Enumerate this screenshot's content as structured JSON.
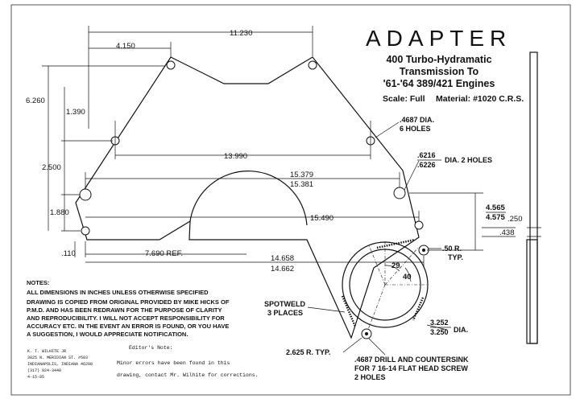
{
  "title": {
    "main": "ADAPTER",
    "line1": "400 Turbo-Hydramatic",
    "line2": "Transmission To",
    "line3": "'61-'64 389/421 Engines",
    "scale": "Scale: Full",
    "material": "Material: #1020 C.R.S."
  },
  "dimensions": {
    "d_11_230": "11.230",
    "d_4_150": "4.150",
    "d_6_260": "6.260",
    "d_1_390": "1.390",
    "d_13_990": "13.990",
    "d_2_500": "2.500",
    "d_15_379": "15.379",
    "d_15_381": "15.381",
    "d_1_880": "1.880",
    "d_15_490": "15.490",
    "d_110": ".110",
    "d_7_690": "7.690 REF.",
    "d_14_658": "14.658",
    "d_14_662": "14.662",
    "d_4_565": "4.565",
    "d_4_575": "4.575",
    "d_250": ".250",
    "d_438": ".438",
    "d_6216": ".6216",
    "d_6226": ".6226",
    "dia_2_holes": "DIA. 2 HOLES",
    "hole_4687_a": ".4687 DIA.",
    "hole_4687_b": "6 HOLES",
    "r_50": ".50 R.",
    "r_typ": "TYP.",
    "ang_29": "29",
    "ang_40": "40",
    "d_3_252": "3.252",
    "d_3_250": "3.250",
    "dia": "DIA.",
    "r_2_625": "2.625 R. TYP.",
    "drill_1": ".4687 DRILL AND COUNTERSINK",
    "drill_2": "FOR 7 16-14 FLAT HEAD SCREW",
    "drill_3": "2 HOLES",
    "spotweld_1": "SPOTWELD",
    "spotweld_2": "3 PLACES"
  },
  "notes": {
    "heading": "NOTES:",
    "line1": "ALL DIMENSIONS IN INCHES UNLESS OTHERWISE SPECIFIED",
    "line2": "DRAWING IS COPIED FROM ORIGINAL PROVIDED BY MIKE HICKS OF",
    "line3": "P.M.D. AND HAS BEEN REDRAWN  FOR THE PURPOSE OF CLARITY",
    "line4": "AND REPRODUCIBILITY. I WILL NOT ACCEPT RESPONSIBILITY FOR",
    "line5": "ACCURACY ETC. IN THE EVENT AN ERROR IS FOUND, OR YOU HAVE",
    "line6": "A SUGGESTION, I WOULD APPRECIATE NOTIFICATION."
  },
  "address": {
    "line1": "K. T. WILHITE JR",
    "line2": "3025 N. MERIDIAN ST. #503",
    "line3": "INDIANAPOLIS, INDIANA 46208",
    "line4": "(317) 924-3440",
    "line5": "4-15-85"
  },
  "editor": {
    "heading": "Editor's Note:",
    "line1": "Minor errors have been found in this",
    "line2": "drawing, contact Mr. Wilhite for corrections."
  }
}
